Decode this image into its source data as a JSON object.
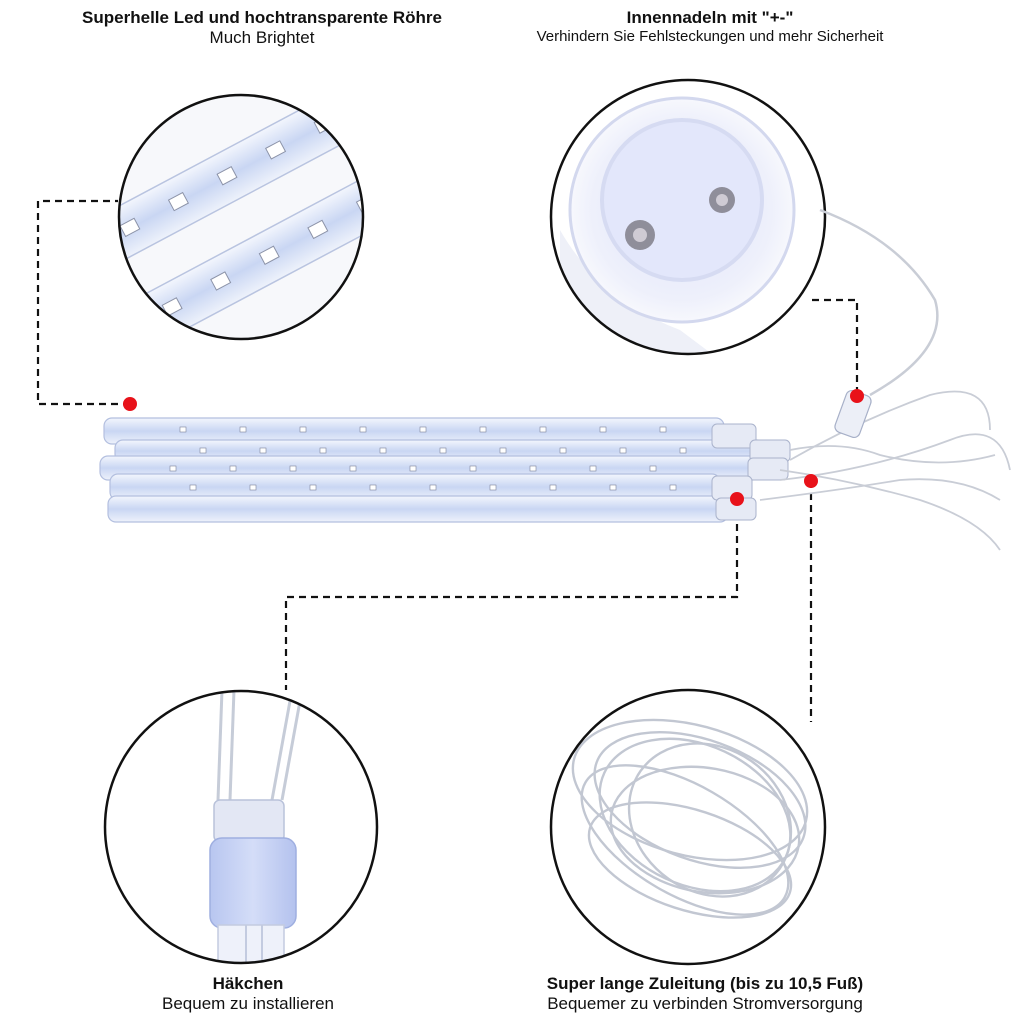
{
  "captions": {
    "top_left": {
      "title": "Superhelle Led und hochtransparente Röhre",
      "subtitle": "Much Brightet"
    },
    "top_right": {
      "title": "Innennadeln mit \"+-\"",
      "subtitle": "Verhindern Sie Fehlsteckungen und mehr Sicherheit"
    },
    "bottom_left": {
      "title": "Häkchen",
      "subtitle": "Bequem zu installieren"
    },
    "bottom_right": {
      "title": "Super lange Zuleitung (bis zu 10,5 Fuß)",
      "subtitle": "Bequemer zu verbinden Stromversorgung"
    }
  },
  "colors": {
    "marker": "#e8121a",
    "tube": "#dde6f8",
    "led": "#ffffff",
    "cable": "#c9cdd6",
    "leader_line": "#111111"
  }
}
